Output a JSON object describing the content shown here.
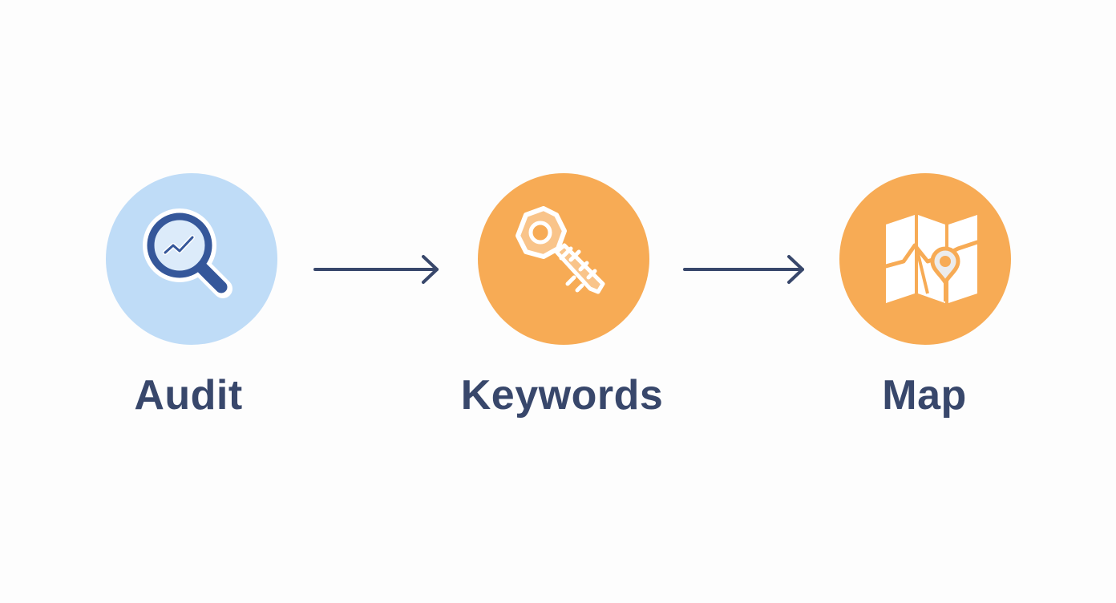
{
  "diagram": {
    "type": "process-flow",
    "colors": {
      "background": "#fdfdfd",
      "text": "#38476b",
      "arrow": "#38476b",
      "audit_circle": "#bfdcf7",
      "audit_icon": "#35579a",
      "orange_circle": "#f7ab55",
      "icon_light": "#ffffff"
    },
    "steps": [
      {
        "label": "Audit",
        "icon": "magnifier-trend-icon"
      },
      {
        "label": "Keywords",
        "icon": "key-icon"
      },
      {
        "label": "Map",
        "icon": "map-pin-icon"
      }
    ],
    "connectors": [
      {
        "from": "Audit",
        "to": "Keywords",
        "icon": "arrow-right-icon"
      },
      {
        "from": "Keywords",
        "to": "Map",
        "icon": "arrow-right-icon"
      }
    ]
  }
}
